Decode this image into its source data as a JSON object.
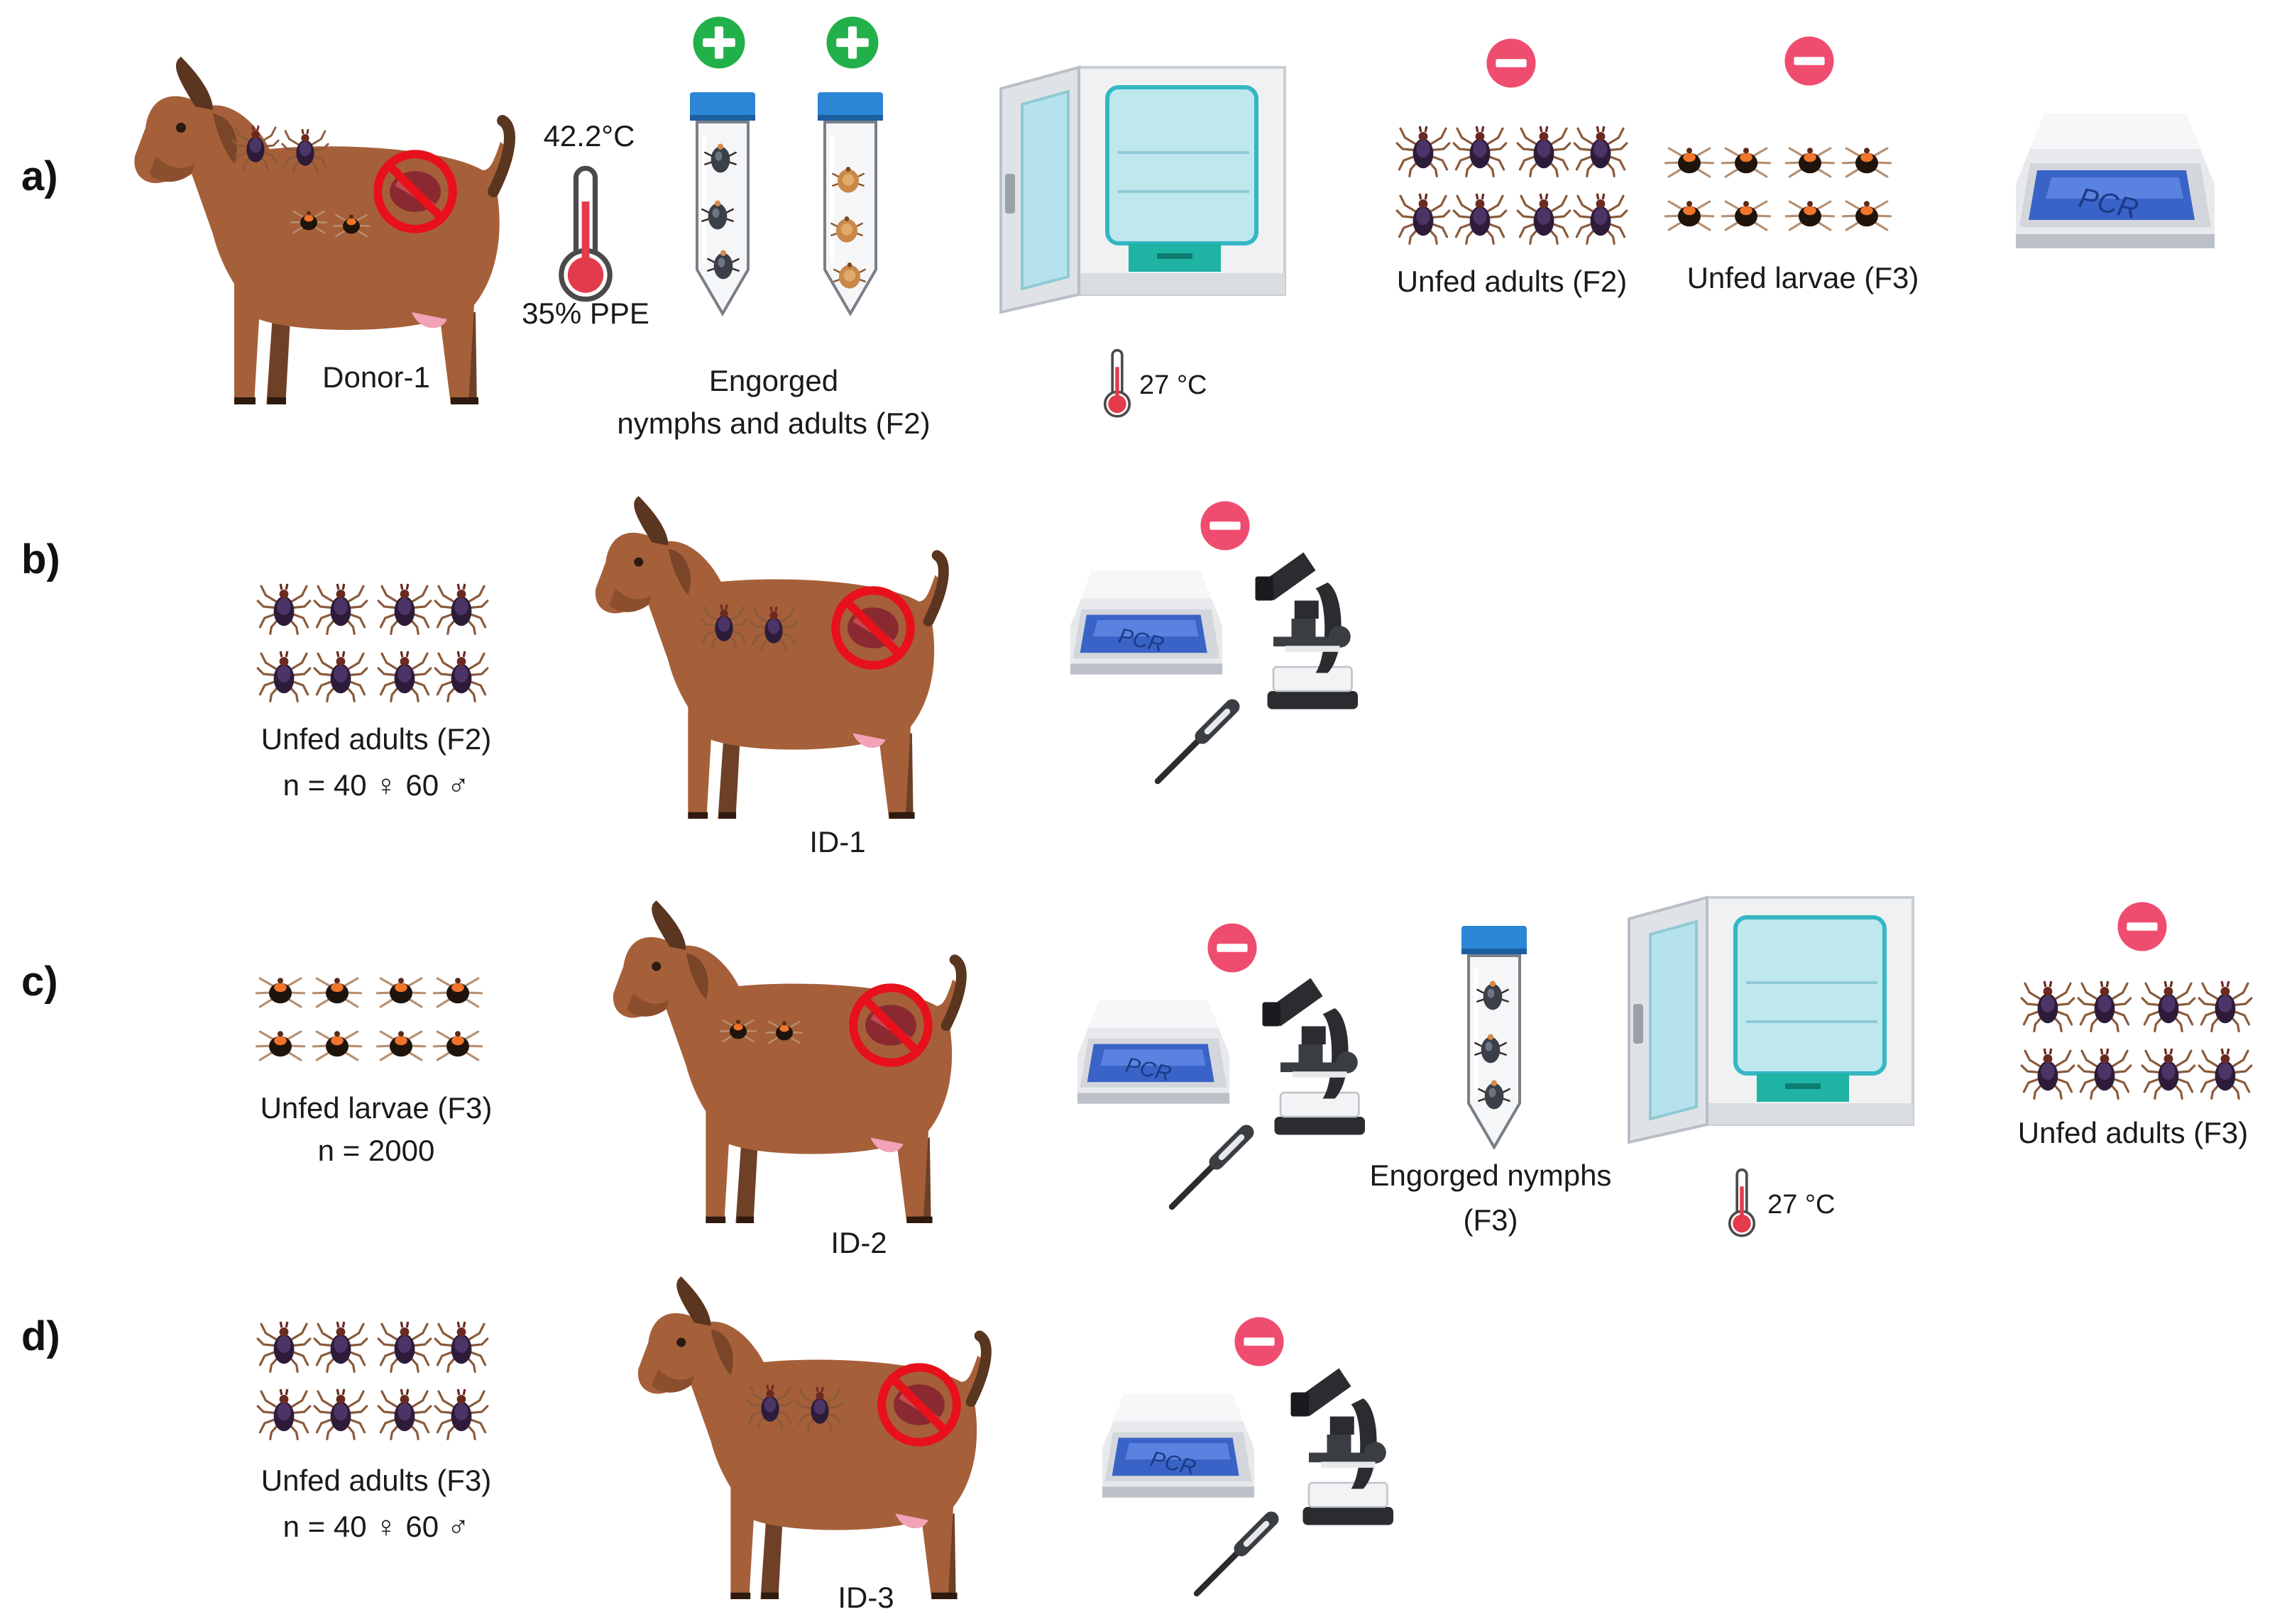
{
  "panels": {
    "a": {
      "label": "a)",
      "donor_label": "Donor-1",
      "temperature": "42.2°C",
      "ppe": "35% PPE",
      "tubes_caption_line1": "Engorged",
      "tubes_caption_line2": "nymphs and adults (F2)",
      "incubator_temp": "27 °C",
      "adults_caption": "Unfed adults (F2)",
      "larvae_caption": "Unfed larvae (F3)",
      "pcr_text": "PCR",
      "tube_results": [
        "positive",
        "positive"
      ],
      "tick_results": [
        "negative",
        "negative"
      ]
    },
    "b": {
      "label": "b)",
      "ticks_caption": "Unfed adults (F2)",
      "ticks_count": "n = 40 ♀ 60 ♂",
      "goat_label": "ID-1",
      "pcr_text": "PCR",
      "result": "negative"
    },
    "c": {
      "label": "c)",
      "ticks_caption": "Unfed larvae (F3)",
      "ticks_count": "n = 2000",
      "goat_label": "ID-2",
      "pcr_text": "PCR",
      "result": "negative",
      "tube_caption_line1": "Engorged nymphs",
      "tube_caption_line2": "(F3)",
      "incubator_temp": "27 °C",
      "adults_caption": "Unfed adults (F3)",
      "adults_result": "negative"
    },
    "d": {
      "label": "d)",
      "ticks_caption": "Unfed adults (F3)",
      "ticks_count": "n = 40 ♀ 60 ♂",
      "goat_label": "ID-3",
      "pcr_text": "PCR",
      "result": "negative"
    }
  },
  "colors": {
    "goat": "#a5603a",
    "goat_dark": "#5a3520",
    "prohibit": "#e8101a",
    "positive": "#22b04a",
    "negative": "#ef4d6f",
    "tube_cap": "#2b86d6",
    "incubator_accent": "#1fb3a4",
    "pcr_screen": "#3a63c8",
    "thermometer": "#e33b4b"
  },
  "icons": {
    "goat": "goat-icon",
    "prohibit": "prohibited-sign-icon",
    "plus": "plus-circle-icon",
    "minus": "minus-circle-icon",
    "thermometer": "thermometer-icon",
    "tube": "specimen-tube-icon",
    "incubator": "incubator-icon",
    "pcr": "pcr-machine-icon",
    "microscope": "microscope-icon",
    "digital_thermometer": "digital-thermometer-icon",
    "tick": "tick-icon",
    "larva": "larva-icon"
  }
}
